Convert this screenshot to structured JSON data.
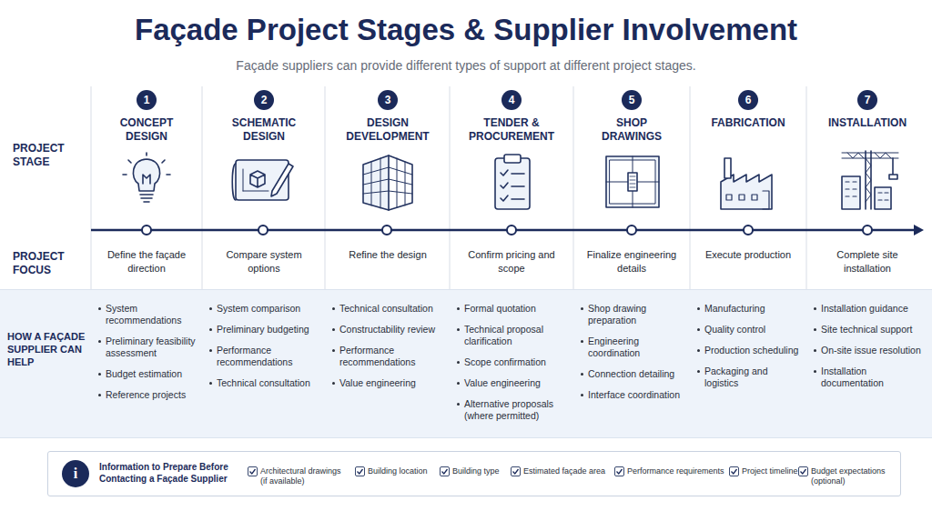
{
  "diagram": {
    "title": "Façade Project Stages & Supplier Involvement",
    "caption": "Façade suppliers can provide different types of support at different project stages.",
    "nodes": [
      {
        "text": [
          "1"
        ]
      },
      {
        "text": [
          "2"
        ]
      },
      {
        "text": [
          "3"
        ]
      },
      {
        "text": [
          "4"
        ]
      },
      {
        "text": [
          "5"
        ]
      },
      {
        "text": [
          "6"
        ]
      },
      {
        "text": [
          "7"
        ]
      },
      {
        "text": [
          "HOW A FAÇADE SUPPLIER CAN HELP"
        ]
      },
      {
        "text": [
          "Information to Prepare Before Contacting a Façade Supplier"
        ]
      },
      {
        "text": [
          "i"
        ],
        "in": 8
      }
    ],
    "labels": [
      "PROJECT STAGE",
      "PROJECT FOCUS",
      "CONCEPT DESIGN",
      "SCHEMATIC DESIGN",
      "DESIGN DEVELOPMENT",
      "TENDER & PROCUREMENT",
      "SHOP DRAWINGS",
      "FABRICATION",
      "INSTALLATION",
      "Define the façade direction",
      "Compare system options",
      "Refine the design",
      "Confirm pricing and scope",
      "Finalize engineering details",
      "Execute production",
      "Complete site installation",
      "System recommendations",
      "Preliminary feasibility assessment",
      "Budget estimation",
      "Reference projects",
      "System comparison",
      "Preliminary budgeting",
      "Performance recommendations",
      "Technical consultation",
      "Technical consultation",
      "Constructability review",
      "Performance recommendations",
      "Value engineering",
      "Formal quotation",
      "Technical proposal clarification",
      "Scope confirmation",
      "Value engineering",
      "Alternative proposals (where permitted)",
      "Shop drawing preparation",
      "Engineering coordination",
      "Connection detailing",
      "Interface coordination",
      "Manufacturing",
      "Quality control",
      "Production scheduling",
      "Packaging and logistics",
      "Installation guidance",
      "Site technical support",
      "On-site issue resolution",
      "Installation documentation",
      "Architectural drawings (if available)",
      "Building location",
      "Building type",
      "Estimated façade area",
      "Performance requirements",
      "Project timeline",
      "Budget expectations (optional)"
    ]
  }
}
